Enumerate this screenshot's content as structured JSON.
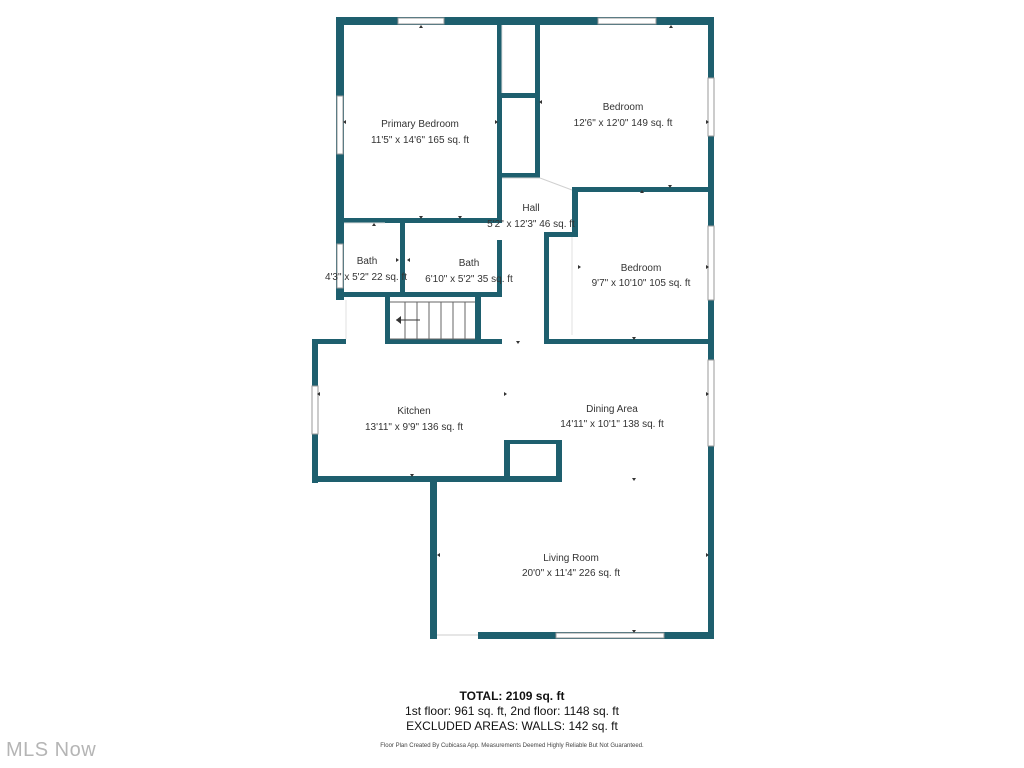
{
  "floor_plan": {
    "wall_color": "#1e5f6e",
    "rooms": [
      {
        "name": "Primary Bedroom",
        "dims": "11'5\" x 14'6\" 165 sq. ft"
      },
      {
        "name": "Bedroom",
        "dims": "12'6\" x 12'0\" 149 sq. ft"
      },
      {
        "name": "Hall",
        "dims": "5'2\" x 12'3\" 46 sq. ft"
      },
      {
        "name": "Bath",
        "dims": "4'3\" x 5'2\" 22 sq. ft"
      },
      {
        "name": "Bath",
        "dims": "6'10\" x 5'2\" 35 sq. ft"
      },
      {
        "name": "Bedroom",
        "dims": "9'7\" x 10'10\" 105 sq. ft"
      },
      {
        "name": "Kitchen",
        "dims": "13'11\" x 9'9\" 136 sq. ft"
      },
      {
        "name": "Dining Area",
        "dims": "14'11\" x 10'1\" 138 sq. ft"
      },
      {
        "name": "Living Room",
        "dims": "20'0\" x 11'4\" 226 sq. ft"
      }
    ]
  },
  "summary": {
    "total": "TOTAL: 2109 sq. ft",
    "floors": "1st floor: 961 sq. ft, 2nd floor: 1148 sq. ft",
    "excluded": "EXCLUDED AREAS: WALLS: 142 sq. ft"
  },
  "disclaimer": "Floor Plan Created By Cubicasa App. Measurements Deemed Highly Reliable But Not Guaranteed.",
  "watermark": "MLS Now"
}
